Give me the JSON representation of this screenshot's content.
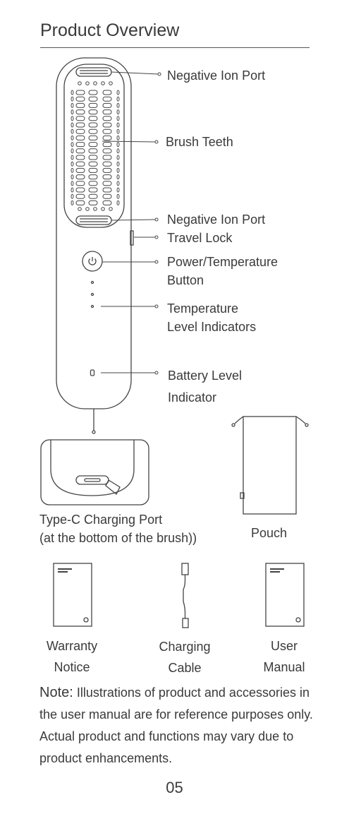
{
  "header": {
    "title": "Product Overview"
  },
  "labels": {
    "ion_port_top": "Negative Ion Port",
    "brush_teeth": "Brush Teeth",
    "ion_port_bottom": "Negative Ion Port",
    "travel_lock": "Travel Lock",
    "power_button": [
      "Power/Temperature",
      "Button"
    ],
    "temp_indicators": [
      "Temperature",
      "Level Indicators"
    ],
    "battery_indicator": [
      "Battery Level",
      "Indicator"
    ]
  },
  "captions": {
    "charging_port": [
      "Type-C Charging Port",
      "(at the bottom of the brush))"
    ],
    "pouch": "Pouch",
    "warranty": [
      "Warranty",
      "Notice"
    ],
    "cable": [
      "Charging",
      "Cable"
    ],
    "manual": [
      "User",
      "Manual"
    ]
  },
  "note": {
    "label": "Note:",
    "text": " Illustrations of product and accessories in the user manual are for reference purposes only. Actual product and functions may vary due to product enhancements."
  },
  "footer": {
    "page_number": "05"
  }
}
